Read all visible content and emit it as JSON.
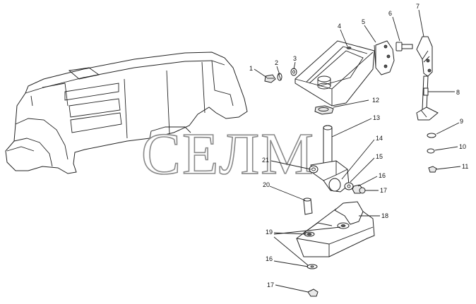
{
  "watermark": "СЕЛМ",
  "callouts": [
    {
      "id": "c1",
      "text": "1"
    },
    {
      "id": "c2",
      "text": "2"
    },
    {
      "id": "c3",
      "text": "3"
    },
    {
      "id": "c4",
      "text": "4"
    },
    {
      "id": "c5",
      "text": "5"
    },
    {
      "id": "c6",
      "text": "6"
    },
    {
      "id": "c7",
      "text": "7"
    },
    {
      "id": "c8",
      "text": "8"
    },
    {
      "id": "c9",
      "text": "9"
    },
    {
      "id": "c10",
      "text": "10"
    },
    {
      "id": "c11",
      "text": "11"
    },
    {
      "id": "c12",
      "text": "12"
    },
    {
      "id": "c13",
      "text": "13"
    },
    {
      "id": "c14",
      "text": "14"
    },
    {
      "id": "c15",
      "text": "15"
    },
    {
      "id": "c16a",
      "text": "16"
    },
    {
      "id": "c17a",
      "text": "17"
    },
    {
      "id": "c18",
      "text": "18"
    },
    {
      "id": "c19",
      "text": "19"
    },
    {
      "id": "c20",
      "text": "20"
    },
    {
      "id": "c21",
      "text": "21"
    },
    {
      "id": "c16b",
      "text": "16"
    },
    {
      "id": "c17b",
      "text": "17"
    }
  ]
}
